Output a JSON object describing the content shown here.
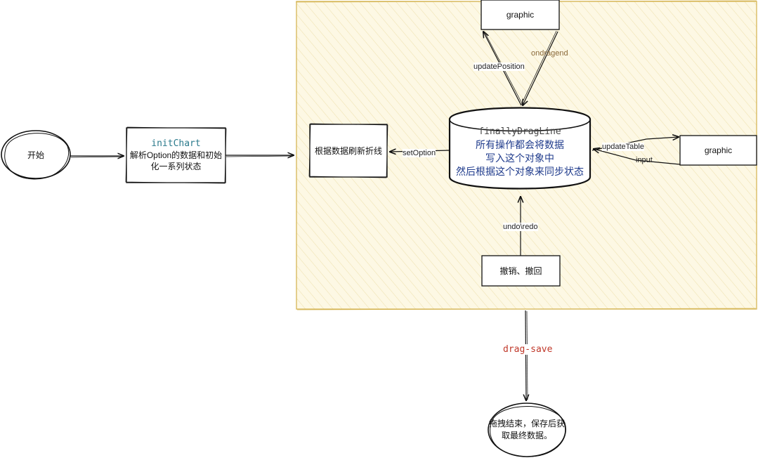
{
  "start": {
    "label": "开始"
  },
  "init": {
    "code": "initChart",
    "line1": "解析Option的数据和初始",
    "line2": "化一系列状态"
  },
  "refresh": {
    "label": "根据数据刷新折线"
  },
  "store": {
    "code": "finallyDragLine",
    "line1": "所有操作都会将数据",
    "line2": "写入这个对象中",
    "line3": "然后根据这个对象来同步状态"
  },
  "graphic_top": {
    "label": "graphic"
  },
  "graphic_right": {
    "label": "graphic"
  },
  "undo_box": {
    "label": "撤销、撤回"
  },
  "end": {
    "line1": "拖拽结束，保存后获",
    "line2": "取最终数据。"
  },
  "edges": {
    "update_position": "updatePosition",
    "ondragend": "ondragend",
    "set_option": "setOption",
    "update_table": "updateTable",
    "input": "input",
    "undo_redo": "undo\\redo",
    "drag_save": "drag-save"
  },
  "colors": {
    "container_fill": "#fdf8e4",
    "container_stroke": "#d6b656",
    "code_teal": "#2b7a8c",
    "store_text": "#1f3b8c",
    "ondragend": "#8a6a3a",
    "drag_save": "#c0392b"
  }
}
